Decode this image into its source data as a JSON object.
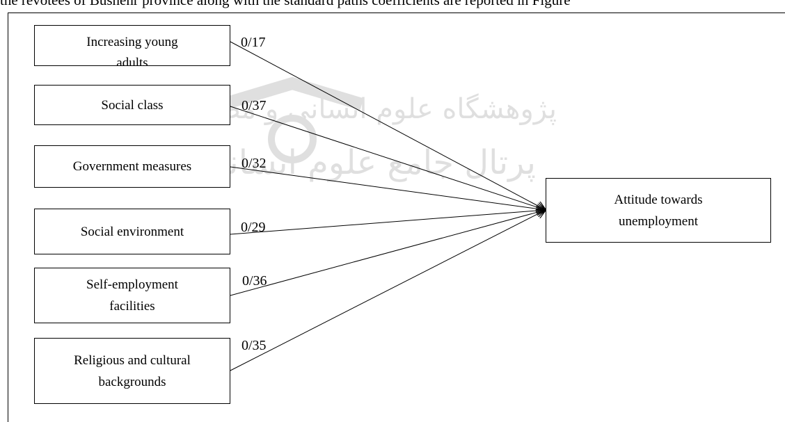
{
  "header": {
    "text": "the revotees of Bushehr province along with the standard paths coefficients are reported in Figure"
  },
  "diagram": {
    "source_boxes": [
      {
        "label": "Increasing young",
        "label_cut": "adults",
        "coefficient": "0/17"
      },
      {
        "label": "Social class",
        "coefficient": "0/37"
      },
      {
        "label": "Government measures",
        "coefficient": "0/32"
      },
      {
        "label": "Social environment",
        "coefficient": "0/29"
      },
      {
        "label": "Self-employment facilities",
        "coefficient": "0/36"
      },
      {
        "label": "Religious and cultural backgrounds",
        "coefficient": "0/35"
      }
    ],
    "target_box": {
      "label": "Attitude towards unemployment"
    }
  },
  "watermark": {
    "text_line1": "پژوهشگاه علوم انسانی و مطالعات فرهنگی",
    "text_line2": "پرتال جامع علوم انسانی"
  }
}
